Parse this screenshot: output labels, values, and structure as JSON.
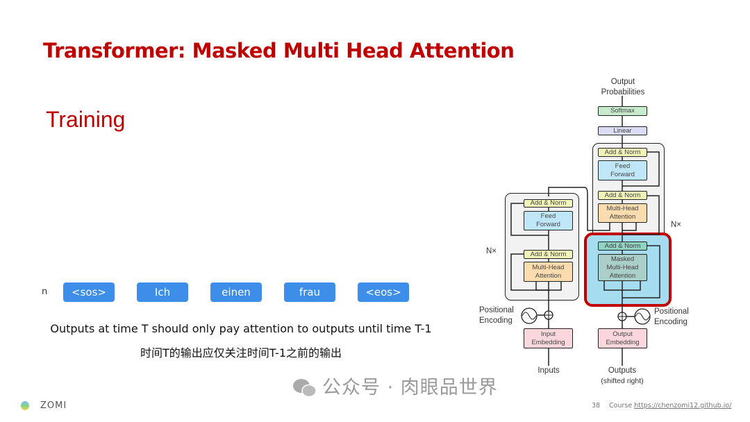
{
  "slide": {
    "title": "Transformer: Masked Multi Head Attention",
    "subtitle": "Training",
    "row_label": "n",
    "tokens": [
      "<sos>",
      "Ich",
      "einen",
      "frau",
      "<eos>"
    ],
    "caption_en": "Outputs at time T should only pay attention to outputs until time T-1",
    "caption_zh": "时间T的输出应仅关注时间T-1之前的输出"
  },
  "diagram": {
    "output_probabilities": "Output Probabilities",
    "softmax": "Softmax",
    "linear": "Linear",
    "add_norm": "Add & Norm",
    "feed_forward": "Feed Forward",
    "multi_head_attention": "Multi-Head Attention",
    "masked_mha": "Masked Multi-Head Attention",
    "input_embedding": "Input Embedding",
    "output_embedding": "Output Embedding",
    "positional_encoding": "Positional Encoding",
    "inputs": "Inputs",
    "outputs": "Outputs",
    "shifted_right": "(shifted right)",
    "nx": "N×",
    "highlight_color": "#c00000"
  },
  "footer": {
    "brand": "ZOMI",
    "page": "38",
    "course_label": "Course",
    "course_url": "https://chenzomi12.github.io/",
    "watermark": "公众号 · 肉眼品世界"
  },
  "colors": {
    "title": "#c00000",
    "token": "#3d8ee8"
  }
}
